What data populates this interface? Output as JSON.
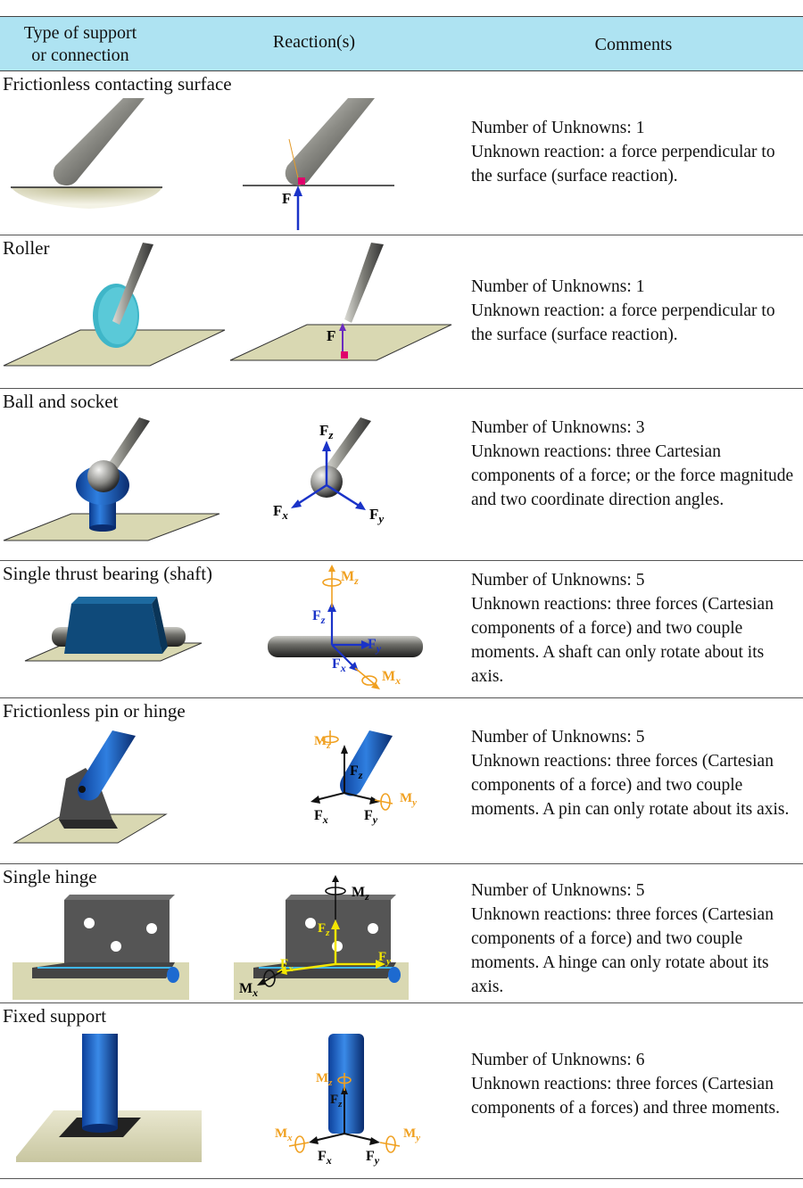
{
  "header": {
    "col1_line1": "Type of support",
    "col1_line2": "or connection",
    "col2": "Reaction(s)",
    "col3": "Comments"
  },
  "rows": [
    {
      "title": "Frictionless contacting surface",
      "unknowns": "Number of Unknowns: 1",
      "description": "Unknown reaction: a force perpendicular to the surface (surface reaction).",
      "labels": {
        "f": "F"
      }
    },
    {
      "title": "Roller",
      "unknowns": "Number of Unknowns: 1",
      "description": "Unknown reaction: a force perpendicular to the surface (surface reaction).",
      "labels": {
        "f": "F"
      }
    },
    {
      "title": "Ball and socket",
      "unknowns": "Number of Unknowns: 3",
      "description": "Unknown reactions: three Cartesian components of a force; or the force magnitude and two coordinate direction angles.",
      "labels": {
        "fz": "F",
        "fx": "F",
        "fy": "F",
        "z": "z",
        "x": "x",
        "y": "y"
      }
    },
    {
      "title": "Single thrust bearing (shaft)",
      "unknowns": "Number of Unknowns: 5",
      "description": "Unknown reactions: three forces (Cartesian components of a force) and two couple moments. A shaft can only rotate about its axis.",
      "labels": {
        "mz": "M",
        "fz": "F",
        "fy": "F",
        "fx": "F",
        "mx": "M",
        "z": "z",
        "x": "x",
        "y": "y"
      }
    },
    {
      "title": "Frictionless pin or hinge",
      "unknowns": "Number of Unknowns: 5",
      "description": "Unknown reactions: three forces (Cartesian components of a force) and two couple moments. A pin can only rotate about its axis.",
      "labels": {
        "mz": "M",
        "fz": "F",
        "my": "M",
        "fx": "F",
        "fy": "F",
        "z": "z",
        "x": "x",
        "y": "y"
      }
    },
    {
      "title": "Single hinge",
      "unknowns": "Number of Unknowns: 5",
      "description": "Unknown reactions: three forces (Cartesian components of a force) and two couple moments. A hinge can only rotate about its axis.",
      "labels": {
        "mz": "M",
        "fz": "F",
        "fx": "F",
        "fy": "F",
        "mx": "M",
        "z": "z",
        "x": "x",
        "y": "y"
      }
    },
    {
      "title": "Fixed support",
      "unknowns": "Number of Unknowns: 6",
      "description": "Unknown reactions: three forces (Cartesian components of a forces) and three moments.",
      "labels": {
        "mz": "M",
        "fz": "F",
        "mx": "M",
        "my": "M",
        "fx": "F",
        "fy": "F",
        "z": "z",
        "x": "x",
        "y": "y"
      }
    }
  ],
  "colors": {
    "header_bg": "#aee3f2",
    "force_blue": "#1a33c8",
    "moment_orange": "#f0a020",
    "hinge_yellow": "#f3e600",
    "marker_pink": "#e0006b",
    "ground": "#d9d8b2"
  }
}
